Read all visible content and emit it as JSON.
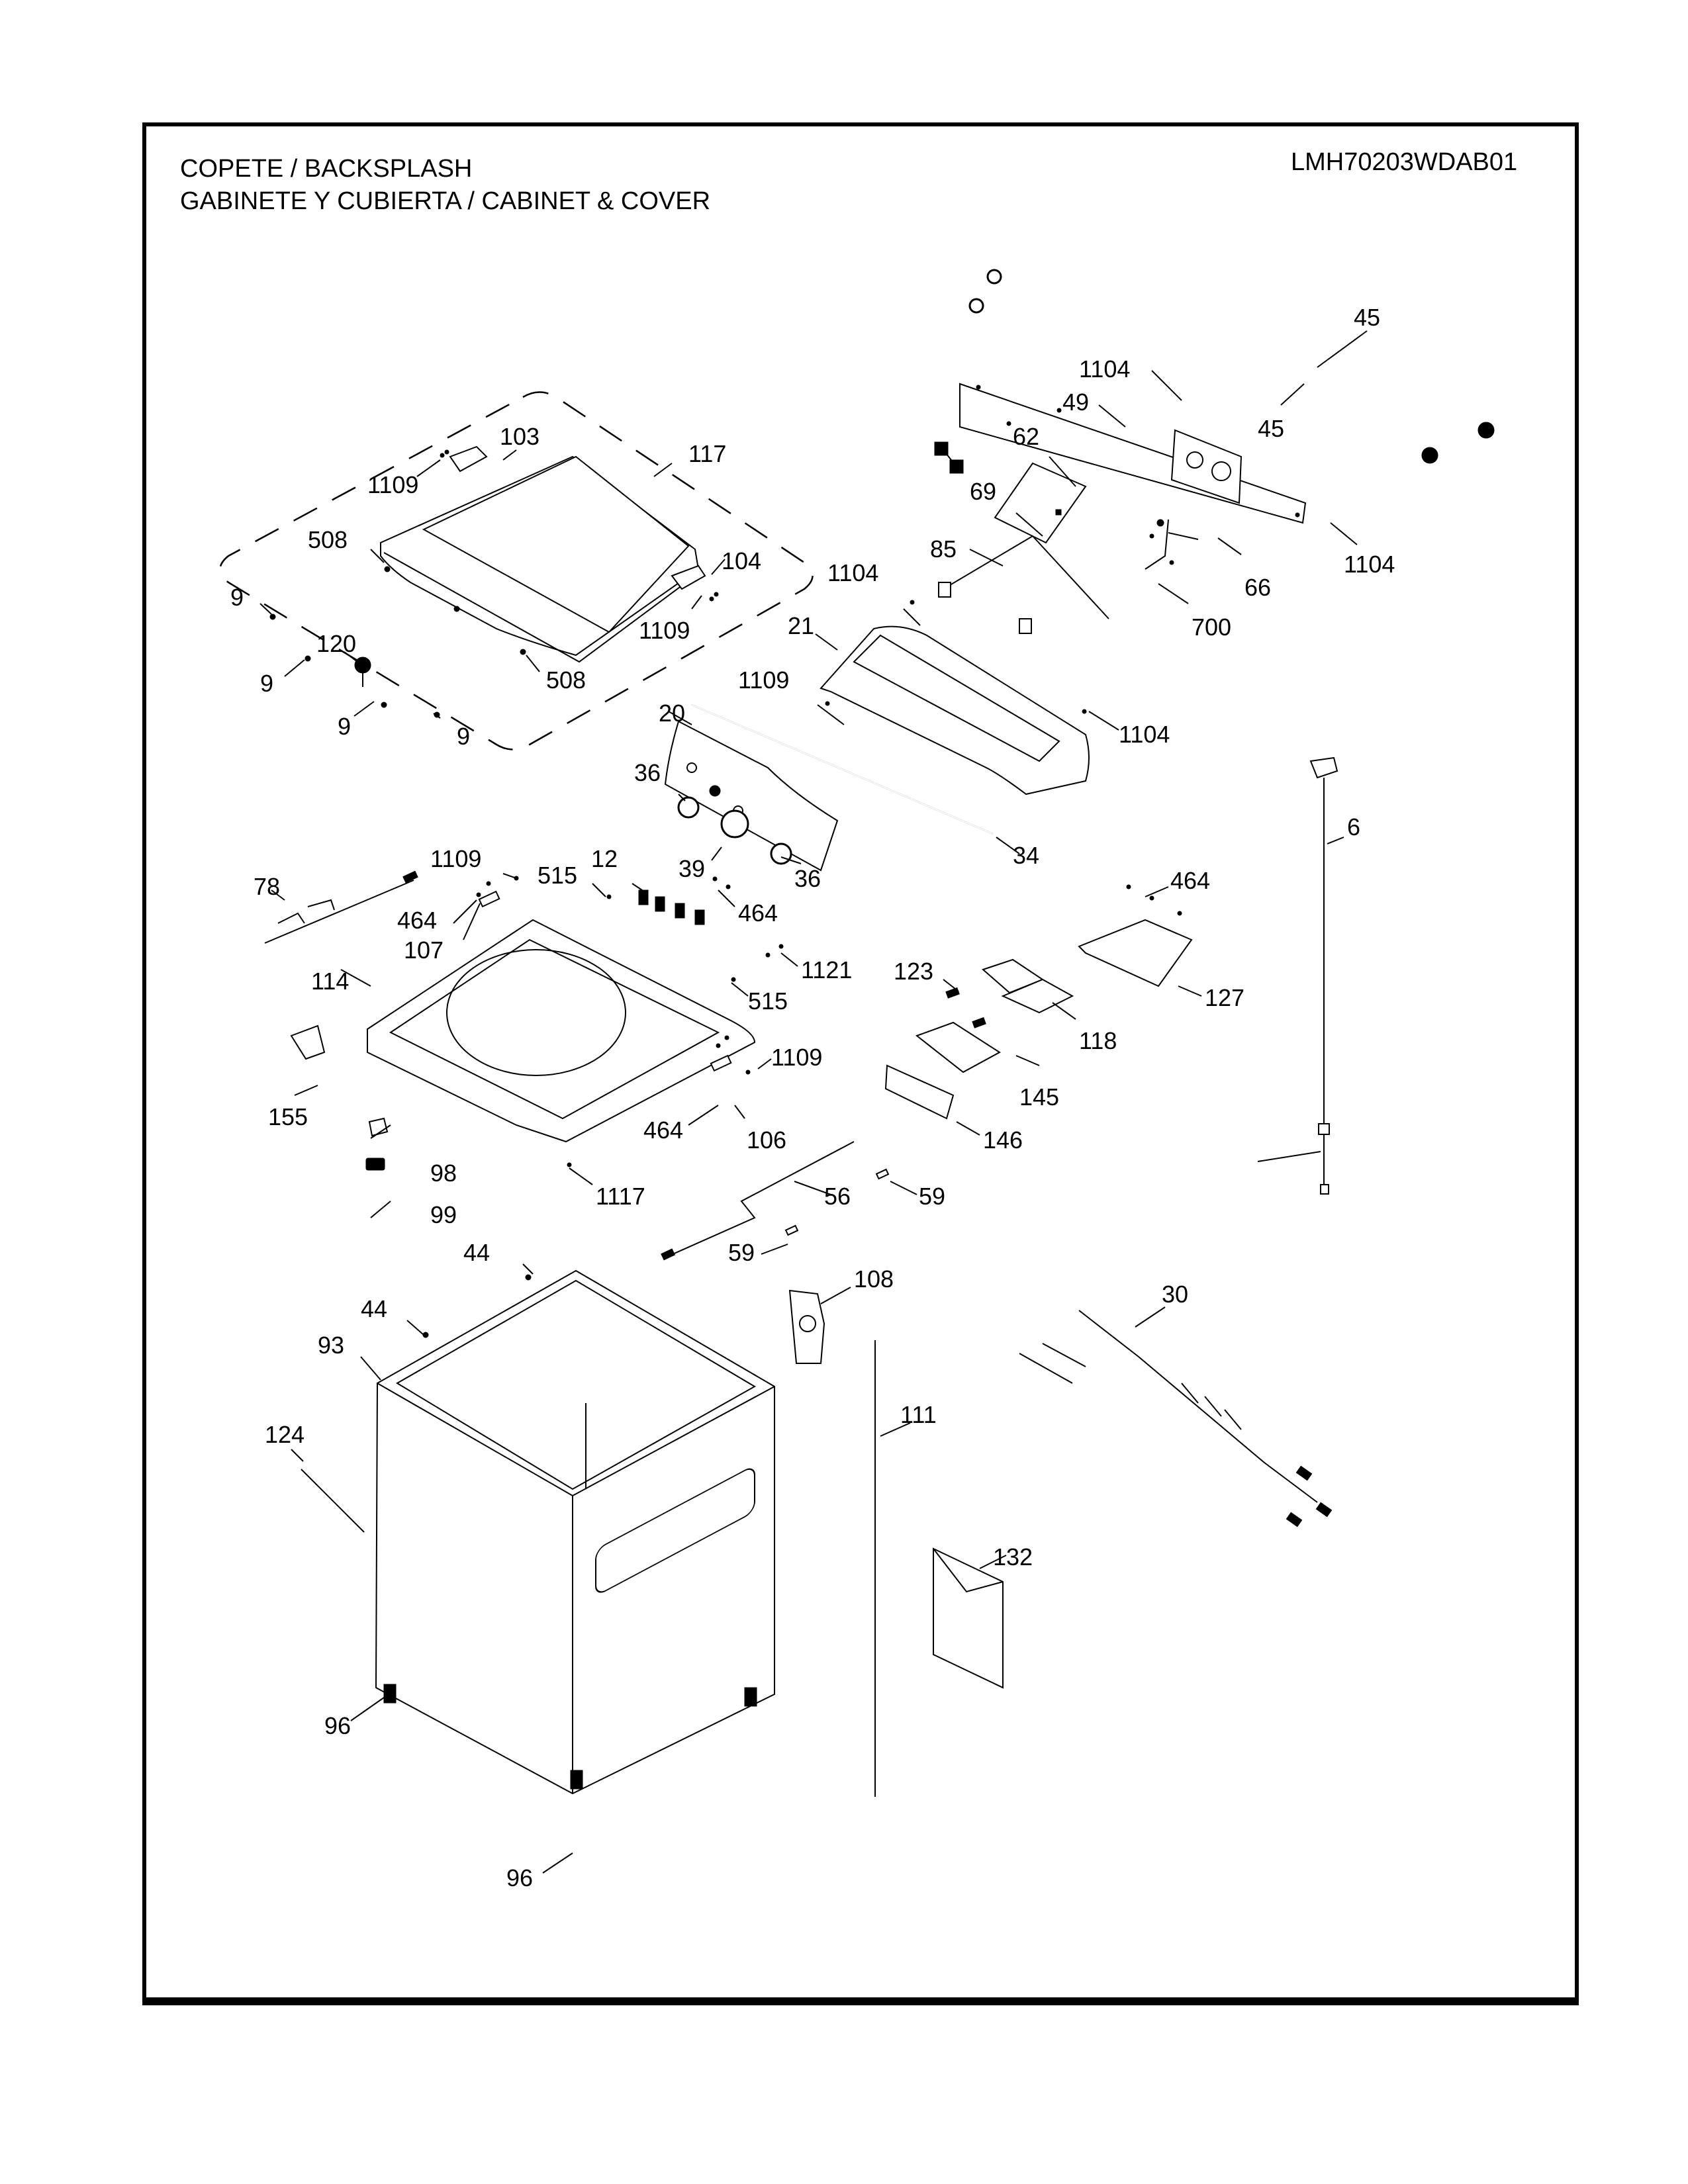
{
  "header": {
    "title_line1": "COPETE / BACKSPLASH",
    "title_line2": "GABINETE Y CUBIERTA / CABINET & COVER",
    "model_number": "LMH70203WDAB01"
  },
  "callouts": [
    {
      "id": "c45a",
      "label": "45"
    },
    {
      "id": "c45b",
      "label": "45"
    },
    {
      "id": "c1104a",
      "label": "1104"
    },
    {
      "id": "c49",
      "label": "49"
    },
    {
      "id": "c62",
      "label": "62"
    },
    {
      "id": "c69",
      "label": "69"
    },
    {
      "id": "c85",
      "label": "85"
    },
    {
      "id": "c1104b",
      "label": "1104"
    },
    {
      "id": "c1104c",
      "label": "1104"
    },
    {
      "id": "c66",
      "label": "66"
    },
    {
      "id": "c700",
      "label": "700"
    },
    {
      "id": "c21",
      "label": "21"
    },
    {
      "id": "c1109a",
      "label": "1109"
    },
    {
      "id": "c1104d",
      "label": "1104"
    },
    {
      "id": "c20",
      "label": "20"
    },
    {
      "id": "c36a",
      "label": "36"
    },
    {
      "id": "c39",
      "label": "39"
    },
    {
      "id": "c36b",
      "label": "36"
    },
    {
      "id": "c34",
      "label": "34"
    },
    {
      "id": "c103",
      "label": "103"
    },
    {
      "id": "c117",
      "label": "117"
    },
    {
      "id": "c1109b",
      "label": "1109"
    },
    {
      "id": "c508a",
      "label": "508"
    },
    {
      "id": "c104",
      "label": "104"
    },
    {
      "id": "c1109c",
      "label": "1109"
    },
    {
      "id": "c9a",
      "label": "9"
    },
    {
      "id": "c9b",
      "label": "9"
    },
    {
      "id": "c9c",
      "label": "9"
    },
    {
      "id": "c9d",
      "label": "9"
    },
    {
      "id": "c120",
      "label": "120"
    },
    {
      "id": "c508b",
      "label": "508"
    },
    {
      "id": "c6",
      "label": "6"
    },
    {
      "id": "c1109d",
      "label": "1109"
    },
    {
      "id": "c515a",
      "label": "515"
    },
    {
      "id": "c12",
      "label": "12"
    },
    {
      "id": "c464a",
      "label": "464"
    },
    {
      "id": "c78",
      "label": "78"
    },
    {
      "id": "c464b",
      "label": "464"
    },
    {
      "id": "c107",
      "label": "107"
    },
    {
      "id": "c1121",
      "label": "1121"
    },
    {
      "id": "c515b",
      "label": "515"
    },
    {
      "id": "c114",
      "label": "114"
    },
    {
      "id": "c464c",
      "label": "464"
    },
    {
      "id": "c127",
      "label": "127"
    },
    {
      "id": "c123",
      "label": "123"
    },
    {
      "id": "c118",
      "label": "118"
    },
    {
      "id": "c1109e",
      "label": "1109"
    },
    {
      "id": "c155",
      "label": "155"
    },
    {
      "id": "c464d",
      "label": "464"
    },
    {
      "id": "c106",
      "label": "106"
    },
    {
      "id": "c145",
      "label": "145"
    },
    {
      "id": "c146",
      "label": "146"
    },
    {
      "id": "c98",
      "label": "98"
    },
    {
      "id": "c1117",
      "label": "1117"
    },
    {
      "id": "c56",
      "label": "56"
    },
    {
      "id": "c59a",
      "label": "59"
    },
    {
      "id": "c99",
      "label": "99"
    },
    {
      "id": "c44a",
      "label": "44"
    },
    {
      "id": "c59b",
      "label": "59"
    },
    {
      "id": "c108",
      "label": "108"
    },
    {
      "id": "c44b",
      "label": "44"
    },
    {
      "id": "c30",
      "label": "30"
    },
    {
      "id": "c93",
      "label": "93"
    },
    {
      "id": "c111",
      "label": "111"
    },
    {
      "id": "c124",
      "label": "124"
    },
    {
      "id": "c132",
      "label": "132"
    },
    {
      "id": "c96a",
      "label": "96"
    },
    {
      "id": "c96b",
      "label": "96"
    }
  ]
}
